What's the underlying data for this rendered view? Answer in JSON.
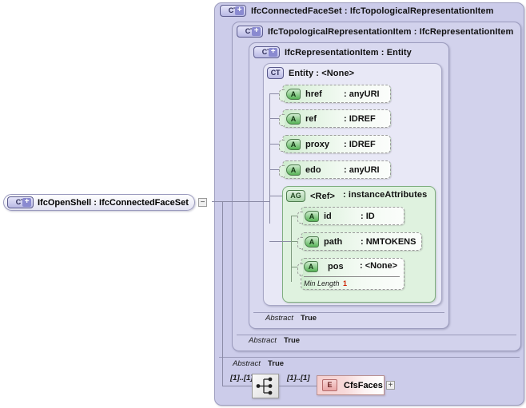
{
  "diagram": {
    "type": "xsd-schema-diagram",
    "root_node": {
      "icon": "ct-plus-icon",
      "label": "IfcOpenShell : IfcConnectedFaceSet",
      "toggle": "−"
    },
    "containers": [
      {
        "icon": "ct-plus-icon",
        "label": "IfcConnectedFaceSet : IfcTopologicalRepresentationItem",
        "abstract_label": "Abstract",
        "abstract_value": "True"
      },
      {
        "icon": "ct-plus-icon",
        "label": "IfcTopologicalRepresentationItem : IfcRepresentationItem",
        "abstract_label": "Abstract",
        "abstract_value": "True"
      },
      {
        "icon": "ct-plus-icon",
        "label": "IfcRepresentationItem : Entity",
        "abstract_label": "Abstract",
        "abstract_value": "True"
      },
      {
        "icon": "ct-icon",
        "label": "Entity    : <None>"
      }
    ],
    "attributes": [
      {
        "icon": "attribute-icon",
        "name": "href",
        "type": ": anyURI"
      },
      {
        "icon": "attribute-icon",
        "name": "ref",
        "type": ": IDREF"
      },
      {
        "icon": "attribute-icon",
        "name": "proxy",
        "type": ": IDREF"
      },
      {
        "icon": "attribute-icon",
        "name": "edo",
        "type": ": anyURI"
      }
    ],
    "attribute_group": {
      "icon": "attribute-group-icon",
      "name": "<Ref>",
      "type": ": instanceAttributes",
      "members": [
        {
          "icon": "attribute-icon",
          "name": "id",
          "type": ": ID"
        },
        {
          "icon": "attribute-icon",
          "name": "path",
          "type": ": NMTOKENS"
        },
        {
          "icon": "attribute-icon",
          "name": "pos",
          "type": ": <None>",
          "facet_label": "Min Length",
          "facet_value": "1"
        }
      ]
    },
    "sequence": {
      "icon": "sequence-compositor-icon",
      "left_cardinality": "[1]..[1]",
      "right_cardinality": "[1]..[1]"
    },
    "element": {
      "icon": "element-icon",
      "label": "CfsFaces",
      "toggle": "+"
    },
    "colors": {
      "container_lvl1": "#ccccea",
      "container_lvl4": "#e8e8f6",
      "attribute_green": "#57b357",
      "attribute_group_bg": "#dff2df",
      "element_pink": "#eaa6a6",
      "facet_value_red": "#cc2200",
      "connector": "#8a8aa5"
    }
  }
}
